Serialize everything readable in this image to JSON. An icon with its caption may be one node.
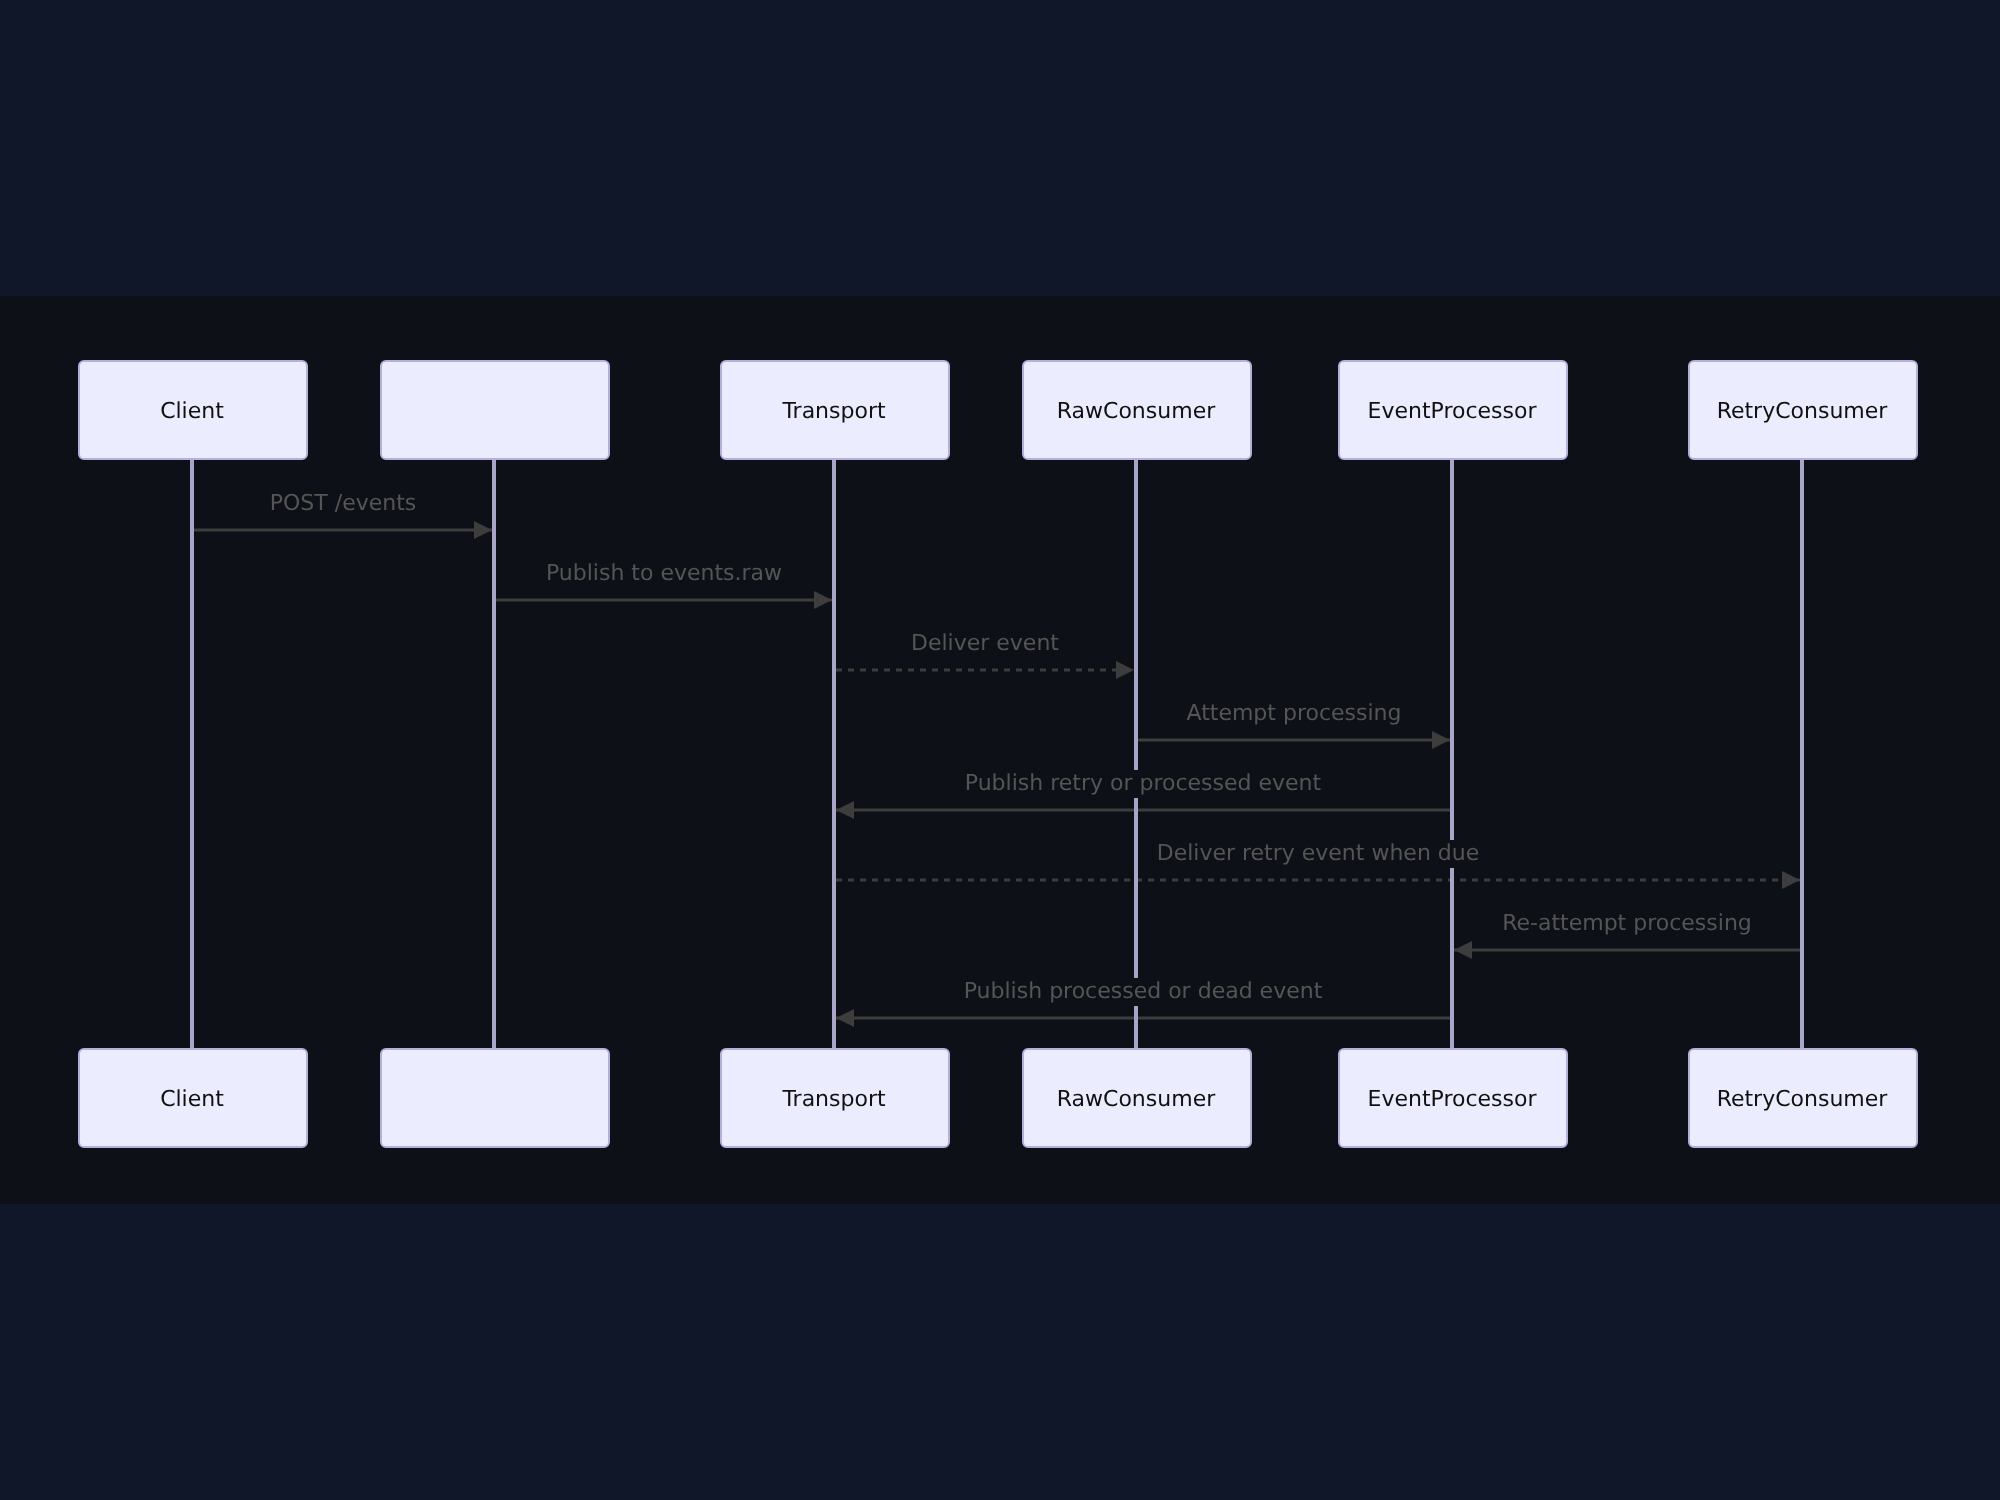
{
  "diagram": {
    "nodes": [
      {
        "text": [
          "Client"
        ]
      },
      {
        "text": [],
        "shape": "box"
      },
      {
        "text": [
          "Transport"
        ]
      },
      {
        "text": [
          "RawConsumer"
        ]
      },
      {
        "text": [
          "EventProcessor"
        ]
      },
      {
        "text": [
          "RetryConsumer"
        ]
      },
      {
        "text": [],
        "shape": "line"
      },
      {
        "text": [],
        "shape": "line"
      },
      {
        "text": [],
        "shape": "line"
      },
      {
        "text": [],
        "shape": "line"
      },
      {
        "text": [],
        "shape": "line"
      },
      {
        "text": [],
        "shape": "line"
      },
      {
        "text": [
          "Client"
        ]
      },
      {
        "text": [],
        "shape": "box"
      },
      {
        "text": [
          "Transport"
        ]
      },
      {
        "text": [
          "RawConsumer"
        ]
      },
      {
        "text": [
          "EventProcessor"
        ]
      },
      {
        "text": [
          "RetryConsumer"
        ]
      }
    ],
    "edges": [
      {
        "from": 6,
        "to": 7,
        "arrow": "to",
        "label": "POST /events"
      },
      {
        "from": 7,
        "to": 8,
        "arrow": "to",
        "label": "Publish to events.raw"
      },
      {
        "from": 8,
        "to": 9,
        "arrow": "to",
        "label": "Deliver event",
        "style": "dashed"
      },
      {
        "from": 9,
        "to": 10,
        "arrow": "to",
        "label": "Attempt processing"
      },
      {
        "from": 10,
        "to": 8,
        "arrow": "to",
        "label": "Publish retry or processed event"
      },
      {
        "from": 8,
        "to": 11,
        "arrow": "to",
        "label": "Deliver retry event when due",
        "style": "dashed"
      },
      {
        "from": 11,
        "to": 10,
        "arrow": "to",
        "label": "Re-attempt processing"
      },
      {
        "from": 10,
        "to": 8,
        "arrow": "to",
        "label": "Publish processed or dead event"
      }
    ]
  }
}
